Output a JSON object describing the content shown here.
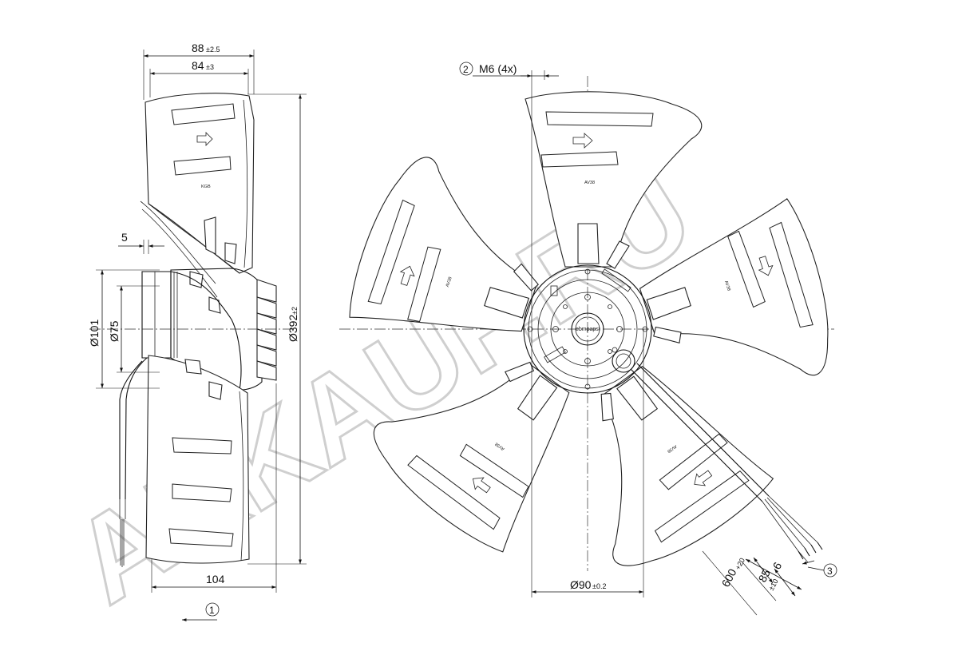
{
  "watermark": "AKKAUF.RU",
  "side_view": {
    "dim_88": "88",
    "dim_88_tol": "±2.5",
    "dim_84": "84",
    "dim_84_tol": "±3",
    "dim_5": "5",
    "dim_101": "Ø101",
    "dim_75": "Ø75",
    "dim_392": "Ø392",
    "dim_392_tol": "±2",
    "dim_104": "104",
    "blade_marking": "KGB",
    "callout_1": "1"
  },
  "front_view": {
    "callout_2": "2",
    "thread_label": "M6 (4x)",
    "dim_90": "Ø90",
    "dim_90_tol": "±0.2",
    "dim_600": "600",
    "dim_600_tol": "+20",
    "dim_85": "85",
    "dim_85_tol": "±10",
    "dim_6": "6",
    "callout_3": "3",
    "blade_marks": [
      "AV38",
      "AV38",
      "AV38",
      "AV38",
      "AV38"
    ],
    "brand": "ebmpapst"
  }
}
